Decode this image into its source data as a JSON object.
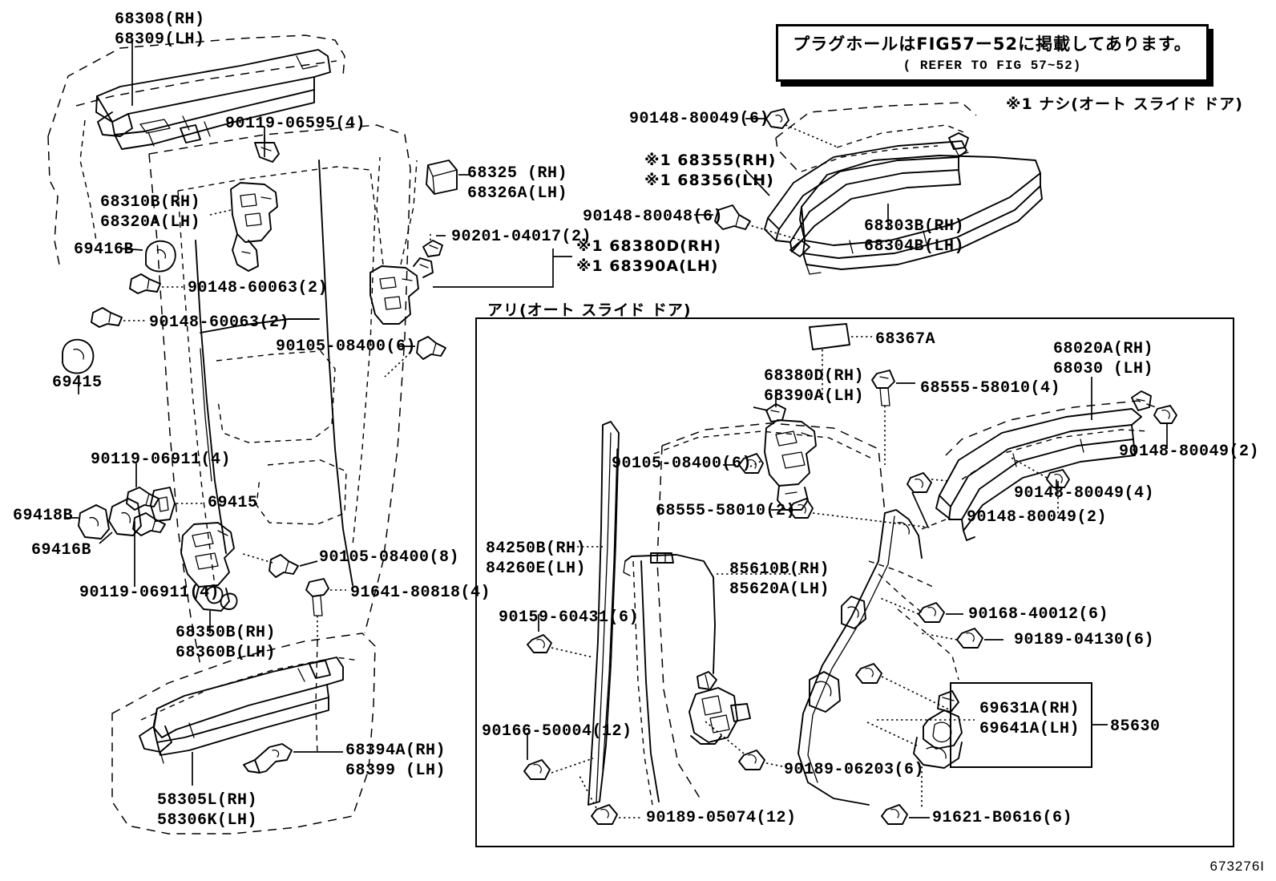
{
  "figure": {
    "id_code": "673276I",
    "notice_box": {
      "line_jp": "プラグホールはFIG57ー52に掲載してあります。",
      "line_en": "( REFER TO FIG 57~52)"
    },
    "legend_note": "※1 ナシ(オート スライド ドア)",
    "panel_caption": "アリ(オート スライド ドア)"
  },
  "left_diagram": {
    "labels": [
      {
        "id": "l-68308",
        "lines": [
          "68308(RH)",
          "68309(LH)"
        ]
      },
      {
        "id": "l-90119-06595",
        "lines": [
          "90119-06595(4)"
        ]
      },
      {
        "id": "l-68310B",
        "lines": [
          "68310B(RH)",
          "68320A(LH)"
        ]
      },
      {
        "id": "l-69416B-top",
        "lines": [
          "69416B"
        ]
      },
      {
        "id": "l-90148-60063-a",
        "lines": [
          "90148-60063(2)"
        ]
      },
      {
        "id": "l-90148-60063-b",
        "lines": [
          "90148-60063(2)"
        ]
      },
      {
        "id": "l-69415-top",
        "lines": [
          "69415"
        ]
      },
      {
        "id": "l-90105-08400-6",
        "lines": [
          "90105-08400(6)"
        ]
      },
      {
        "id": "l-68325",
        "lines": [
          "68325 (RH)",
          "68326A(LH)"
        ]
      },
      {
        "id": "l-90201-04017",
        "lines": [
          "90201-04017(2)"
        ]
      },
      {
        "id": "l-68380D-left",
        "lines": [
          "※1 68380D(RH)",
          "※1 68390A(LH)"
        ]
      },
      {
        "id": "l-90119-06911-a",
        "lines": [
          "90119-06911(4)"
        ]
      },
      {
        "id": "l-69418B",
        "lines": [
          "69418B"
        ]
      },
      {
        "id": "l-69416B-bot",
        "lines": [
          "69416B"
        ]
      },
      {
        "id": "l-69415-bot",
        "lines": [
          "69415"
        ]
      },
      {
        "id": "l-90105-08400-8",
        "lines": [
          "90105-08400(8)"
        ]
      },
      {
        "id": "l-90119-06911-b",
        "lines": [
          "90119-06911(4)"
        ]
      },
      {
        "id": "l-91641-80818",
        "lines": [
          "91641-80818(4)"
        ]
      },
      {
        "id": "l-68350B",
        "lines": [
          "68350B(RH)",
          "68360B(LH)"
        ]
      },
      {
        "id": "l-68394A",
        "lines": [
          "68394A(RH)",
          "68399 (LH)"
        ]
      },
      {
        "id": "l-58305L",
        "lines": [
          "58305L(RH)",
          "58306K(LH)"
        ]
      }
    ]
  },
  "upper_right_diagram": {
    "labels": [
      {
        "id": "r-90148-80049-6",
        "lines": [
          "90148-80049(6)"
        ]
      },
      {
        "id": "r-68355",
        "lines": [
          "※1 68355(RH)",
          "※1 68356(LH)"
        ]
      },
      {
        "id": "r-90148-80048-6",
        "lines": [
          "90148-80048(6)"
        ]
      },
      {
        "id": "r-68303B",
        "lines": [
          "68303B(RH)",
          "68304B(LH)"
        ]
      }
    ]
  },
  "panel_diagram": {
    "labels": [
      {
        "id": "p-68367A",
        "lines": [
          "68367A"
        ]
      },
      {
        "id": "p-68020A",
        "lines": [
          "68020A(RH)",
          "68030 (LH)"
        ]
      },
      {
        "id": "p-68380D",
        "lines": [
          "68380D(RH)",
          "68390A(LH)"
        ]
      },
      {
        "id": "p-68555-58010-4",
        "lines": [
          "68555-58010(4)"
        ]
      },
      {
        "id": "p-90148-80049-2r",
        "lines": [
          "90148-80049(2)"
        ]
      },
      {
        "id": "p-90148-80049-4",
        "lines": [
          "90148-80049(4)"
        ]
      },
      {
        "id": "p-90148-80049-2l",
        "lines": [
          "90148-80049(2)"
        ]
      },
      {
        "id": "p-90105-08400-6",
        "lines": [
          "90105-08400(6)"
        ]
      },
      {
        "id": "p-68555-58010-2",
        "lines": [
          "68555-58010(2)"
        ]
      },
      {
        "id": "p-84250B",
        "lines": [
          "84250B(RH)",
          "84260E(LH)"
        ]
      },
      {
        "id": "p-85610B",
        "lines": [
          "85610B(RH)",
          "85620A(LH)"
        ]
      },
      {
        "id": "p-90159-60431",
        "lines": [
          "90159-60431(6)"
        ]
      },
      {
        "id": "p-90168-40012",
        "lines": [
          "90168-40012(6)"
        ]
      },
      {
        "id": "p-90189-04130",
        "lines": [
          "90189-04130(6)"
        ]
      },
      {
        "id": "p-90166-50004",
        "lines": [
          "90166-50004(12)"
        ]
      },
      {
        "id": "p-69631A",
        "lines": [
          "69631A(RH)",
          "69641A(LH)"
        ]
      },
      {
        "id": "p-85630",
        "lines": [
          "85630"
        ]
      },
      {
        "id": "p-90189-06203",
        "lines": [
          "90189-06203(6)"
        ]
      },
      {
        "id": "p-90189-05074",
        "lines": [
          "90189-05074(12)"
        ]
      },
      {
        "id": "p-91621-B0616",
        "lines": [
          "91621-B0616(6)"
        ]
      }
    ]
  }
}
